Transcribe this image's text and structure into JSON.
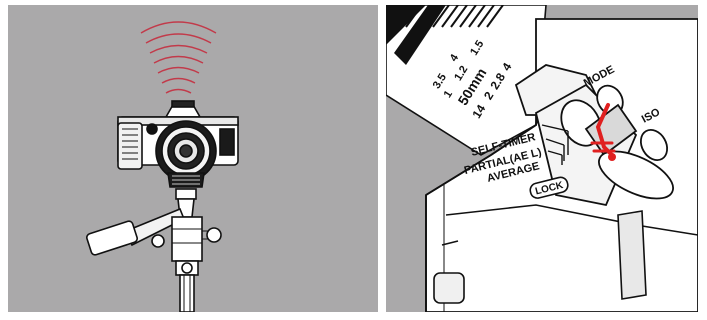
{
  "left_illustration": {
    "description_icon": "camera-on-tripod-with-remote-signal",
    "signal_color": "#c23a4a"
  },
  "right_illustration": {
    "lens_scale": {
      "row1": [
        "3.5",
        "4"
      ],
      "row2": [
        "1",
        "1.2",
        "1.5"
      ],
      "focal": "50mm",
      "row3": [
        "14",
        "2",
        "2.8",
        "4"
      ]
    },
    "mode_label": "MODE",
    "iso_label": "ISO",
    "switch_labels": [
      "SELF-TIMER",
      "PARTIAL(AE L)",
      "AVERAGE"
    ],
    "lock_label": "LOCK",
    "accent_color": "#e02020"
  }
}
